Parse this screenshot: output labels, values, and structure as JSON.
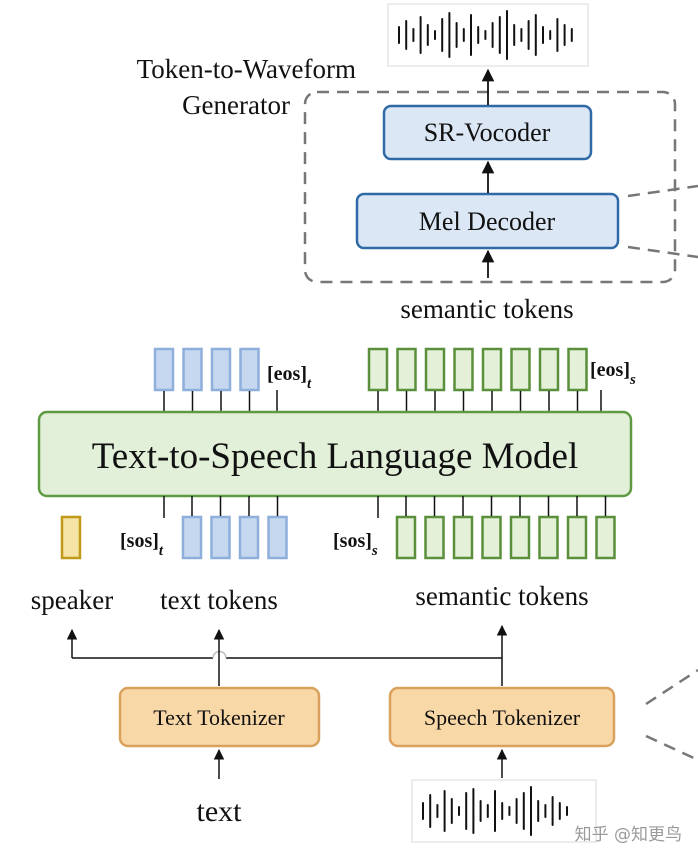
{
  "generator": {
    "title_line1": "Token-to-Waveform",
    "title_line2": "Generator",
    "sr_vocoder": "SR-Vocoder",
    "mel_decoder": "Mel Decoder",
    "input_label": "semantic tokens"
  },
  "lm": {
    "title": "Text-to-Speech Language Model",
    "eos_t": {
      "main": "[eos]",
      "sub": "t"
    },
    "eos_s": {
      "main": "[eos]",
      "sub": "s"
    },
    "sos_t": {
      "main": "[sos]",
      "sub": "t"
    },
    "sos_s": {
      "main": "[sos]",
      "sub": "s"
    },
    "output_text_token_count": 4,
    "output_semantic_token_count": 8,
    "input_text_token_count": 4,
    "input_semantic_token_count": 8
  },
  "inputs": {
    "speaker": "speaker",
    "text_tokens": "text tokens",
    "semantic_tokens": "semantic tokens",
    "text_tokenizer": "Text Tokenizer",
    "speech_tokenizer": "Speech Tokenizer",
    "text": "text"
  },
  "watermark": "知乎 @知更鸟",
  "colors": {
    "text_token_fill": "#c6d8ef",
    "text_token_stroke": "#8eaedb",
    "semantic_token_fill": "#e4f0d8",
    "semantic_token_stroke": "#5a8f3c",
    "speaker_fill": "#f6e3a6",
    "speaker_stroke": "#c09a18",
    "lm_fill": "#e2f0d9",
    "lm_stroke": "#5e9a42",
    "decoder_fill": "#dbe7f5",
    "decoder_stroke": "#2f6aa6",
    "tokenizer_fill": "#f9d8a8",
    "tokenizer_stroke": "#d9a15c",
    "dash": "#777777"
  }
}
